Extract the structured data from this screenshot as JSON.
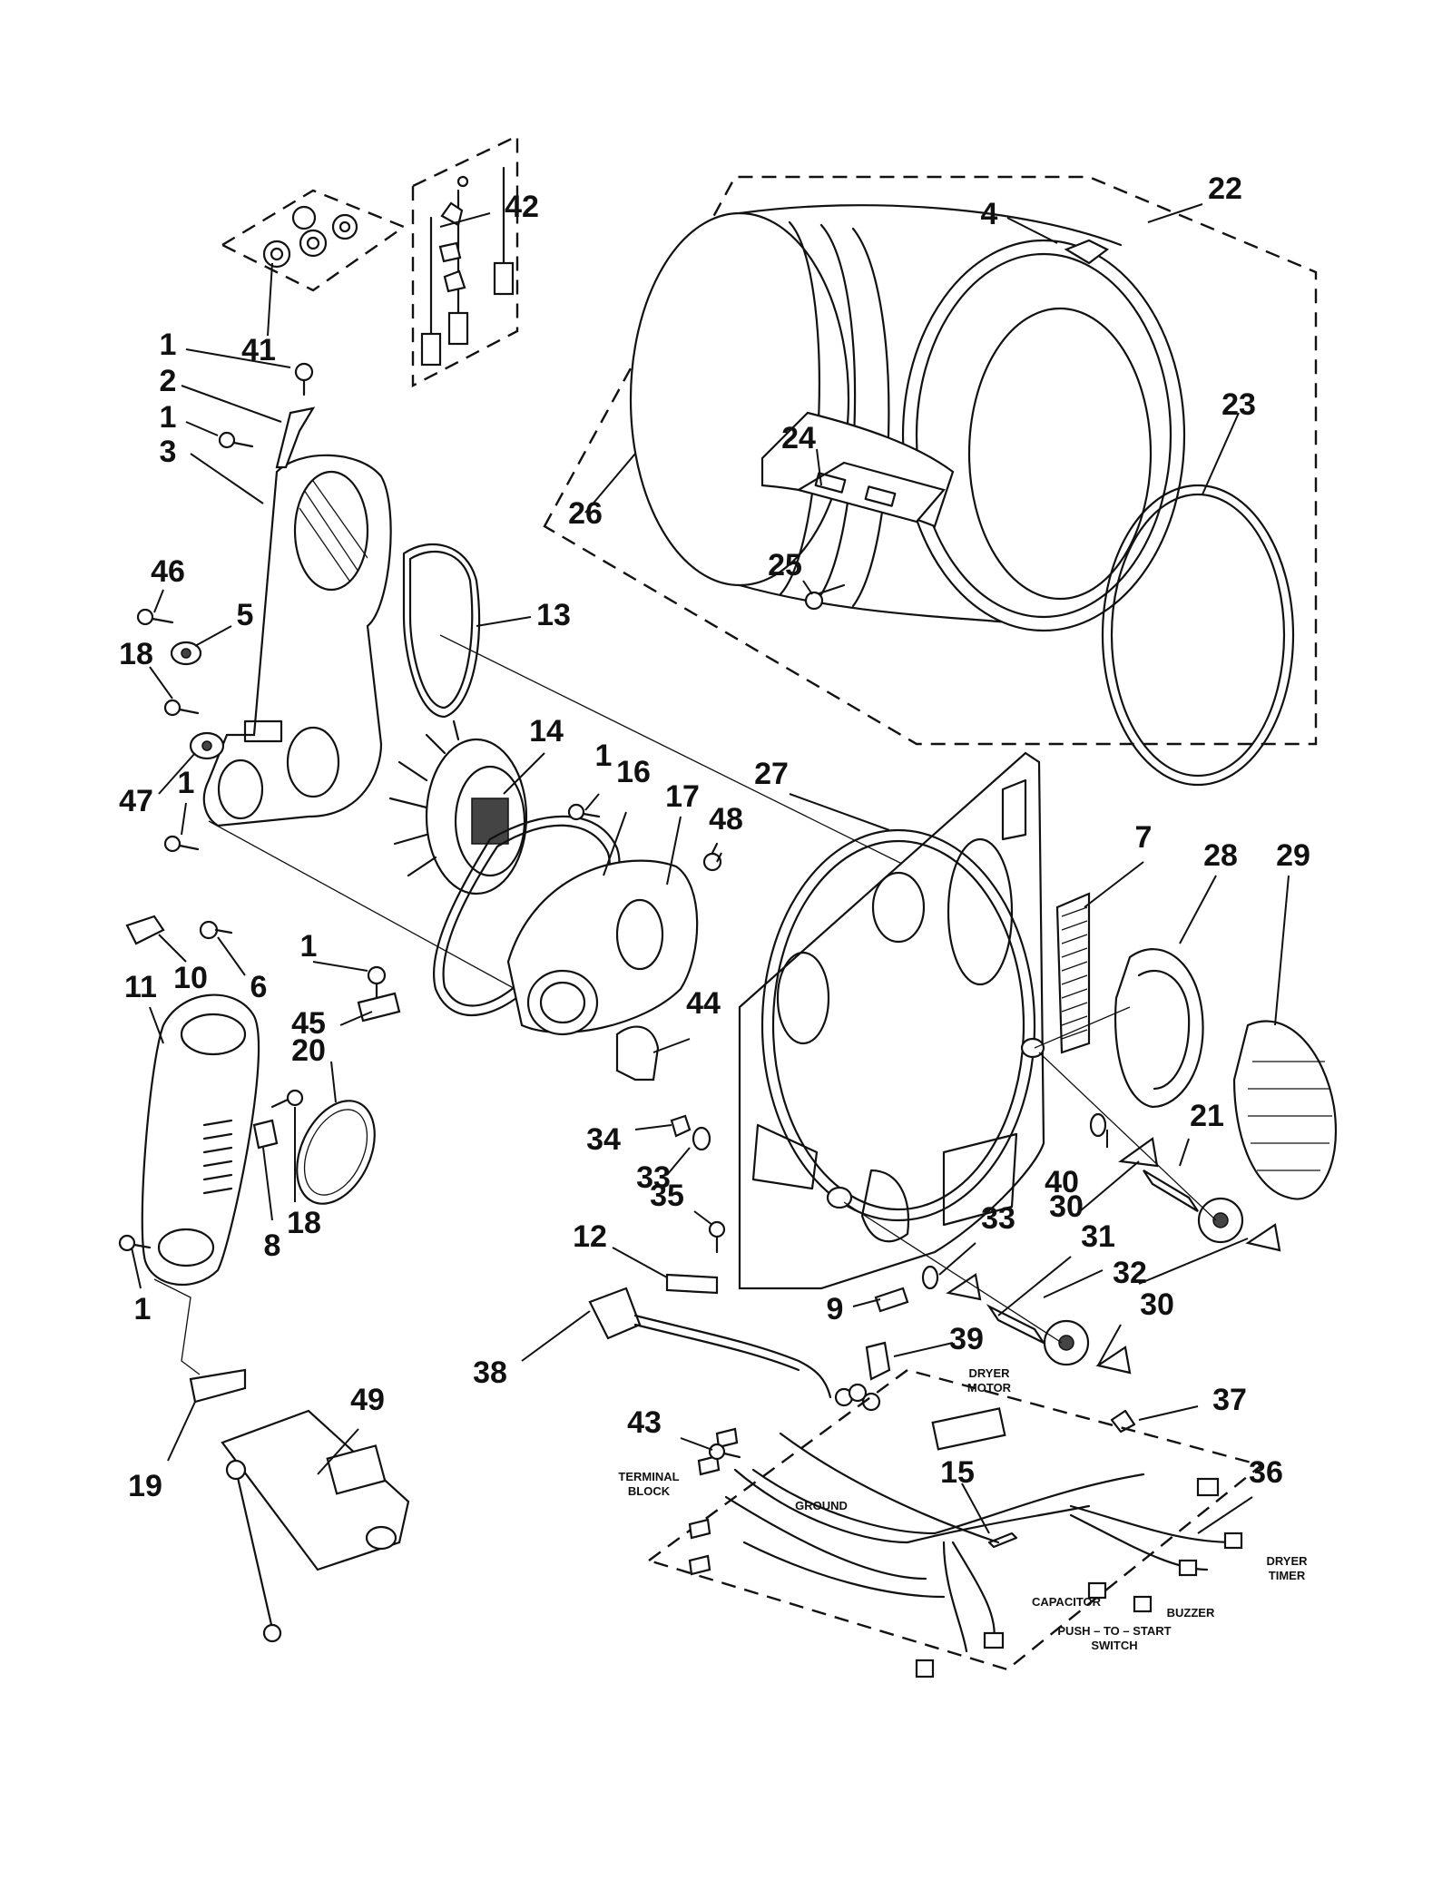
{
  "callouts": [
    {
      "id": "c42",
      "text": "42"
    },
    {
      "id": "c22",
      "text": "22"
    },
    {
      "id": "c4",
      "text": "4"
    },
    {
      "id": "c41",
      "text": "41"
    },
    {
      "id": "c1a",
      "text": "1"
    },
    {
      "id": "c2",
      "text": "2"
    },
    {
      "id": "c1b",
      "text": "1"
    },
    {
      "id": "c3",
      "text": "3"
    },
    {
      "id": "c23",
      "text": "23"
    },
    {
      "id": "c24",
      "text": "24"
    },
    {
      "id": "c26",
      "text": "26"
    },
    {
      "id": "c25",
      "text": "25"
    },
    {
      "id": "c46",
      "text": "46"
    },
    {
      "id": "c5",
      "text": "5"
    },
    {
      "id": "c13",
      "text": "13"
    },
    {
      "id": "c18a",
      "text": "18"
    },
    {
      "id": "c14",
      "text": "14"
    },
    {
      "id": "c47",
      "text": "47"
    },
    {
      "id": "c1c",
      "text": "1"
    },
    {
      "id": "c1d",
      "text": "1"
    },
    {
      "id": "c16",
      "text": "16"
    },
    {
      "id": "c17",
      "text": "17"
    },
    {
      "id": "c48",
      "text": "48"
    },
    {
      "id": "c27",
      "text": "27"
    },
    {
      "id": "c7",
      "text": "7"
    },
    {
      "id": "c28",
      "text": "28"
    },
    {
      "id": "c29",
      "text": "29"
    },
    {
      "id": "c10",
      "text": "10"
    },
    {
      "id": "c6",
      "text": "6"
    },
    {
      "id": "c1e",
      "text": "1"
    },
    {
      "id": "c11",
      "text": "11"
    },
    {
      "id": "c45",
      "text": "45"
    },
    {
      "id": "c20",
      "text": "20"
    },
    {
      "id": "c44",
      "text": "44"
    },
    {
      "id": "c21",
      "text": "21"
    },
    {
      "id": "c34",
      "text": "34"
    },
    {
      "id": "c33a",
      "text": "33"
    },
    {
      "id": "c40",
      "text": "40"
    },
    {
      "id": "c35",
      "text": "35"
    },
    {
      "id": "c30a",
      "text": "30"
    },
    {
      "id": "c33b",
      "text": "33"
    },
    {
      "id": "c31",
      "text": "31"
    },
    {
      "id": "c12",
      "text": "12"
    },
    {
      "id": "c32",
      "text": "32"
    },
    {
      "id": "c8",
      "text": "8"
    },
    {
      "id": "c18b",
      "text": "18"
    },
    {
      "id": "c30b",
      "text": "30"
    },
    {
      "id": "c1f",
      "text": "1"
    },
    {
      "id": "c9",
      "text": "9"
    },
    {
      "id": "c39",
      "text": "39"
    },
    {
      "id": "c38",
      "text": "38"
    },
    {
      "id": "c49",
      "text": "49"
    },
    {
      "id": "c19",
      "text": "19"
    },
    {
      "id": "c37",
      "text": "37"
    },
    {
      "id": "c43",
      "text": "43"
    },
    {
      "id": "c15",
      "text": "15"
    },
    {
      "id": "c36",
      "text": "36"
    }
  ],
  "labels": {
    "dryer_motor_line1": "DRYER",
    "dryer_motor_line2": "MOTOR",
    "terminal_block_line1": "TERMINAL",
    "terminal_block_line2": "BLOCK",
    "ground": "GROUND",
    "capacitor": "CAPACITOR",
    "buzzer": "BUZZER",
    "dryer_timer_line1": "DRYER",
    "dryer_timer_line2": "TIMER",
    "push_to_start_line1": "PUSH – TO – START",
    "push_to_start_line2": "SWITCH"
  }
}
